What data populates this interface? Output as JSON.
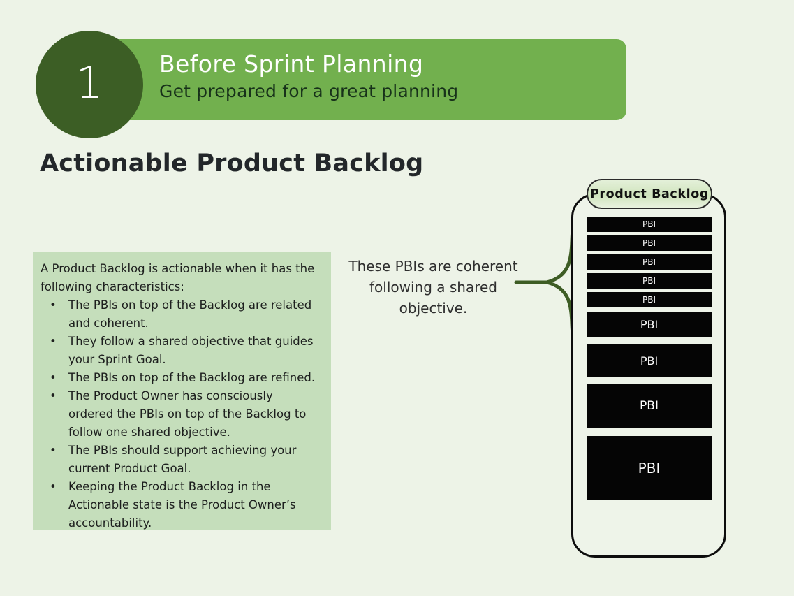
{
  "slide": {
    "background_color": "#edf3e7",
    "step_number": "1",
    "header_title": "Before Sprint Planning",
    "header_subtitle": "Get prepared for a great planning",
    "title": "Actionable Product Backlog",
    "accent_color": "#72b04e",
    "circle_color": "#3c5e25",
    "textbox_color": "#c5debb"
  },
  "text_box": {
    "intro": "A Product Backlog is actionable when it has the following characteristics:",
    "bullet_char": "•",
    "bullets": [
      "The PBIs on top of the Backlog are related and coherent.",
      "They follow a shared objective that guides your Sprint Goal.",
      "The PBIs on top of the Backlog are refined.",
      "The Product Owner has consciously ordered the PBIs on top of the Backlog to follow one shared objective.",
      "The PBIs should support achieving your current Product Goal.",
      "Keeping the Product Backlog in the Actionable state is the Product Owner’s accountability."
    ]
  },
  "callout": {
    "text": "These PBIs are coherent following a shared objective.",
    "brace_color": "#3d5c24"
  },
  "backlog": {
    "label": "Product Backlog",
    "item_label": "PBI",
    "item_color": "#050505",
    "items": [
      {
        "label": "PBI",
        "height": 22,
        "gap": 5,
        "font_size": 12
      },
      {
        "label": "PBI",
        "height": 22,
        "gap": 5,
        "font_size": 12
      },
      {
        "label": "PBI",
        "height": 22,
        "gap": 5,
        "font_size": 12
      },
      {
        "label": "PBI",
        "height": 22,
        "gap": 5,
        "font_size": 12
      },
      {
        "label": "PBI",
        "height": 22,
        "gap": 6,
        "font_size": 12
      },
      {
        "label": "PBI",
        "height": 36,
        "gap": 10,
        "font_size": 16
      },
      {
        "label": "PBI",
        "height": 48,
        "gap": 10,
        "font_size": 16
      },
      {
        "label": "PBI",
        "height": 62,
        "gap": 12,
        "font_size": 17
      },
      {
        "label": "PBI",
        "height": 92,
        "gap": 0,
        "font_size": 20
      }
    ]
  }
}
